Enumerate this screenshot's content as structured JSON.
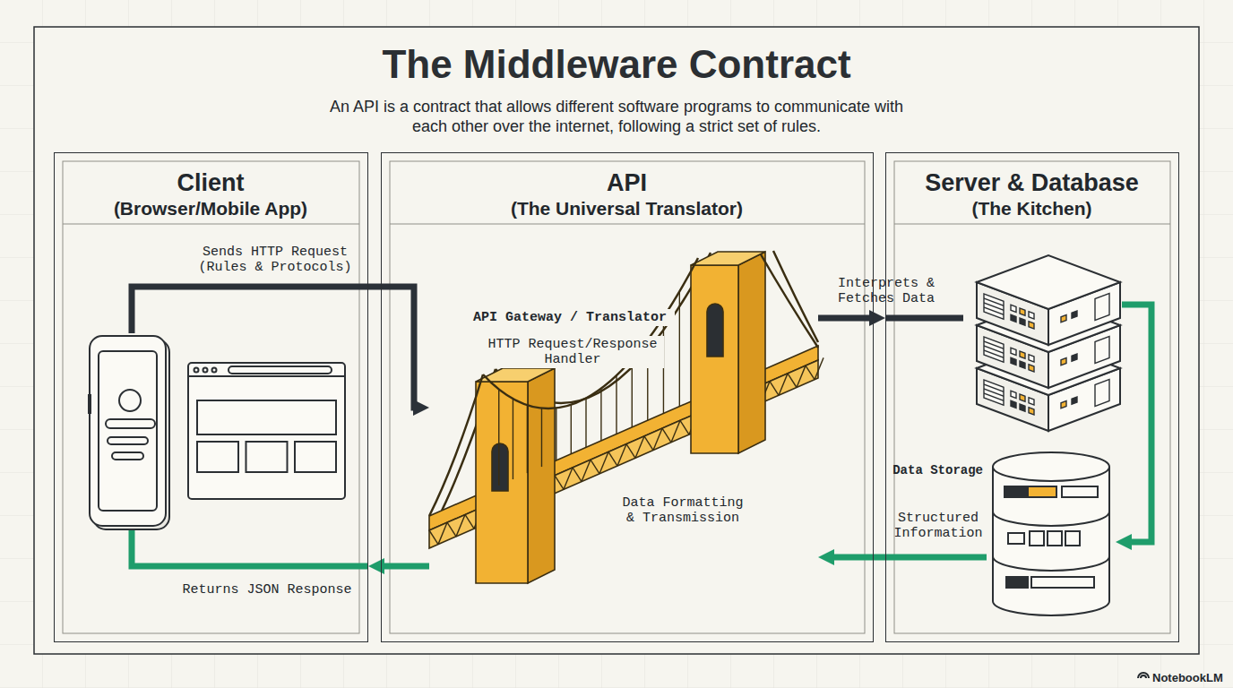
{
  "diagram": {
    "title": "The Middleware Contract",
    "caption": "An API is a contract that allows different software programs to communicate with each other over the internet, following a strict set of rules.",
    "nodes": [
      {
        "text": [
          "Client",
          "(Browser/Mobile App)"
        ]
      },
      {
        "text": [
          "API",
          "(The Universal Translator)"
        ]
      },
      {
        "text": [
          "Server & Database",
          "(The Kitchen)"
        ]
      },
      {
        "text": [
          "API Gateway / Translator",
          "HTTP Request/Response Handler",
          "Data Formatting & Transmission"
        ],
        "in": 1
      },
      {
        "text": [
          "Data Storage"
        ],
        "in": 2
      }
    ],
    "edges": [
      {
        "from": 0,
        "to": 3,
        "arrow": "to",
        "label": "Sends HTTP Request (Rules & Protocols)"
      },
      {
        "from": 3,
        "to": 2,
        "arrow": "to",
        "label": "Interprets & Fetches Data"
      },
      {
        "from": 4,
        "to": 3,
        "arrow": "to",
        "label": "Structured Information"
      },
      {
        "from": 3,
        "to": 0,
        "arrow": "to",
        "label": "Returns JSON Response"
      }
    ],
    "labels": [
      "NotebookLM"
    ]
  }
}
